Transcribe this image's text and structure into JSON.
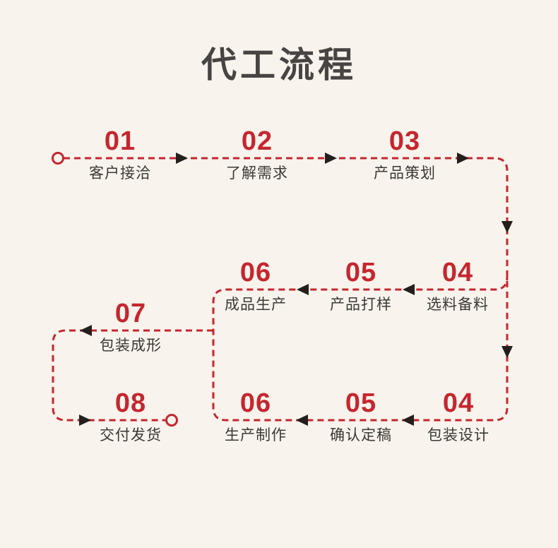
{
  "title": "代工流程",
  "colors": {
    "background": "#f8f3ec",
    "accent": "#c5262f",
    "arrow": "#241f1d",
    "title_text": "#474443",
    "label_text": "#3a3836"
  },
  "steps": [
    {
      "num": "01",
      "label": "客户接洽"
    },
    {
      "num": "02",
      "label": "了解需求"
    },
    {
      "num": "03",
      "label": "产品策划"
    },
    {
      "num": "04",
      "label": "选料备料"
    },
    {
      "num": "05",
      "label": "产品打样"
    },
    {
      "num": "06",
      "label": "成品生产"
    },
    {
      "num": "07",
      "label": "包装成形"
    },
    {
      "num": "04",
      "label": "包装设计"
    },
    {
      "num": "05",
      "label": "确认定稿"
    },
    {
      "num": "06",
      "label": "生产制作"
    },
    {
      "num": "08",
      "label": "交付发货"
    }
  ]
}
